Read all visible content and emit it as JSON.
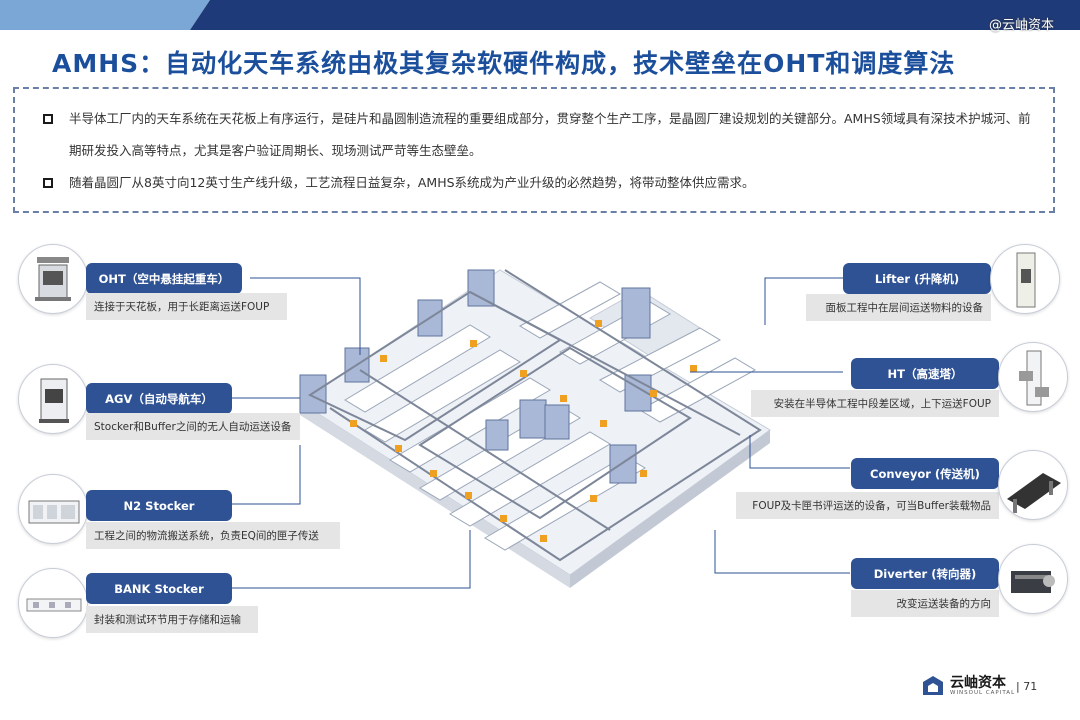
{
  "header": {
    "watermark": "@云岫资本",
    "title": "AMHS：自动化天车系统由极其复杂软硬件构成，技术壁垒在OHT和调度算法"
  },
  "bullets": [
    {
      "text": "半导体工厂内的天车系统在天花板上有序运行，是硅片和晶圆制造流程的重要组成部分，贯穿整个生产工序，是晶圆厂建设规划的关键部分。AMHS领域具有深技术护城河、前期研发投入高等特点，尤其是客户验证周期长、现场测试严苛等生态壁垒。"
    },
    {
      "text": "随着晶圆厂从8英寸向12英寸生产线升级，工艺流程日益复杂，AMHS系统成为产业升级的必然趋势，将带动整体供应需求。"
    }
  ],
  "components": {
    "oht": {
      "name": "OHT（空中悬挂起重车）",
      "desc": "连接于天花板，用于长距离运送FOUP"
    },
    "agv": {
      "name": "AGV（自动导航车）",
      "desc": "Stocker和Buffer之间的无人自动运送设备"
    },
    "n2": {
      "name": "N2 Stocker",
      "desc": "工程之间的物流搬送系统，负责EQ间的匣子传送"
    },
    "bank": {
      "name": "BANK Stocker",
      "desc": "封装和测试环节用于存储和运输"
    },
    "lifter": {
      "name": "Lifter (升降机)",
      "desc": "面板工程中在层间运送物料的设备"
    },
    "ht": {
      "name": "HT（高速塔）",
      "desc": "安装在半导体工程中段差区域，上下运送FOUP"
    },
    "conveyor": {
      "name": "Conveyor (传送机)",
      "desc": "FOUP及卡匣书评运送的设备，可当Buffer装载物品"
    },
    "diverter": {
      "name": "Diverter (转向器)",
      "desc": "改变运送装备的方向"
    }
  },
  "footer": {
    "brand": "云岫资本",
    "brand_sub": "WINSOUL CAPITAL",
    "page": "| 71"
  },
  "colors": {
    "primary": "#2e5294",
    "title": "#1b4f9c",
    "topbar": "#1f3a78",
    "accent_orange": "#f0a020"
  }
}
